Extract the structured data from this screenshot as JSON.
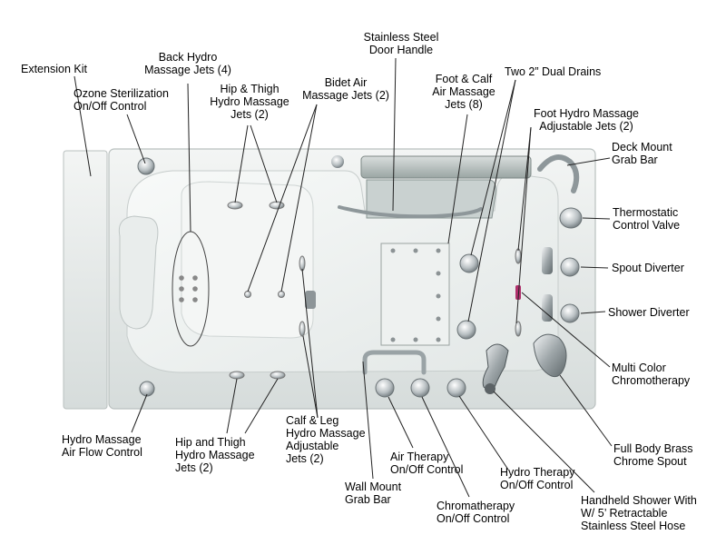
{
  "labels": {
    "extension_kit": "Extension Kit",
    "ozone": "Ozone Sterilization\nOn/Off Control",
    "back_hydro": "Back Hydro\nMassage Jets (4)",
    "hip_thigh_top": "Hip & Thigh\nHydro Massage\nJets (2)",
    "bidet_air": "Bidet Air\nMassage Jets (2)",
    "door_handle": "Stainless Steel\nDoor Handle",
    "foot_calf_air": "Foot & Calf\nAir Massage\nJets (8)",
    "dual_drains": "Two 2” Dual Drains",
    "foot_hydro": "Foot Hydro Massage\nAdjustable Jets (2)",
    "deck_grab": "Deck Mount\nGrab Bar",
    "thermostatic": "Thermostatic\nControl Valve",
    "spout_diverter": "Spout Diverter",
    "shower_diverter": "Shower Diverter",
    "chromotherapy": "Multi Color\nChromotherapy",
    "full_body_spout": "Full Body Brass\nChrome Spout",
    "handheld_shower": "Handheld Shower With\nW/ 5’ Retractable\nStainless Steel Hose",
    "hydro_therapy": "Hydro Therapy\nOn/Off Control",
    "chromatherapy_ctrl": "Chromatherapy\nOn/Off Control",
    "air_therapy": "Air Therapy\nOn/Off Control",
    "wall_grab": "Wall Mount\nGrab Bar",
    "calf_leg": "Calf & Leg\nHydro Massage\nAdjustable\nJets (2)",
    "hip_thigh_bottom": "Hip and Thigh\nHydro Massage\nJets (2)",
    "hydro_airflow": "Hydro Massage\nAir Flow Control"
  },
  "colors": {
    "tub_shell": "#e4e8e7",
    "tub_basin": "#eef1f0",
    "tub_edge": "#b9c0bf",
    "chrome": "#9aa3a6",
    "leader": "#222222"
  }
}
